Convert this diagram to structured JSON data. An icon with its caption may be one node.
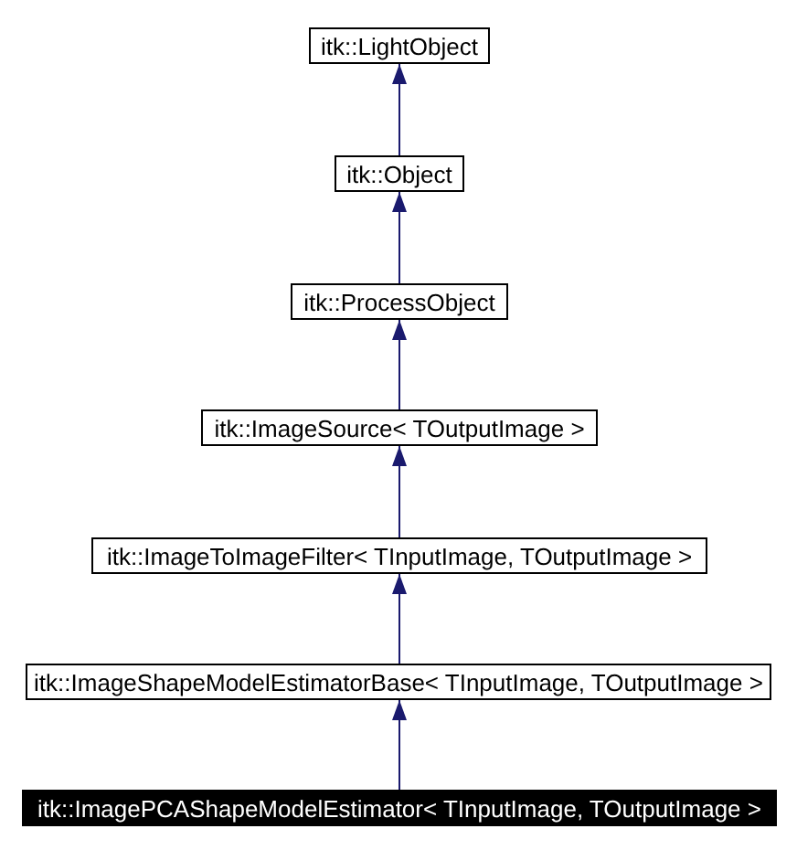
{
  "diagram": {
    "nodes": [
      {
        "text": [
          "itk::LightObject"
        ]
      },
      {
        "text": [
          "itk::Object"
        ]
      },
      {
        "text": [
          "itk::ProcessObject"
        ]
      },
      {
        "text": [
          "itk::ImageSource< TOutputImage >"
        ]
      },
      {
        "text": [
          "itk::ImageToImageFilter< TInputImage, TOutputImage >"
        ]
      },
      {
        "text": [
          "itk::ImageShapeModelEstimatorBase< TInputImage, TOutputImage >"
        ]
      },
      {
        "text": [
          "itk::ImagePCAShapeModelEstimator< TInputImage, TOutputImage >"
        ]
      }
    ],
    "edges": [
      {
        "from": 1,
        "to": 0,
        "arrow": "to"
      },
      {
        "from": 2,
        "to": 1,
        "arrow": "to"
      },
      {
        "from": 3,
        "to": 2,
        "arrow": "to"
      },
      {
        "from": 4,
        "to": 3,
        "arrow": "to"
      },
      {
        "from": 5,
        "to": 4,
        "arrow": "to"
      },
      {
        "from": 6,
        "to": 5,
        "arrow": "to"
      }
    ]
  }
}
